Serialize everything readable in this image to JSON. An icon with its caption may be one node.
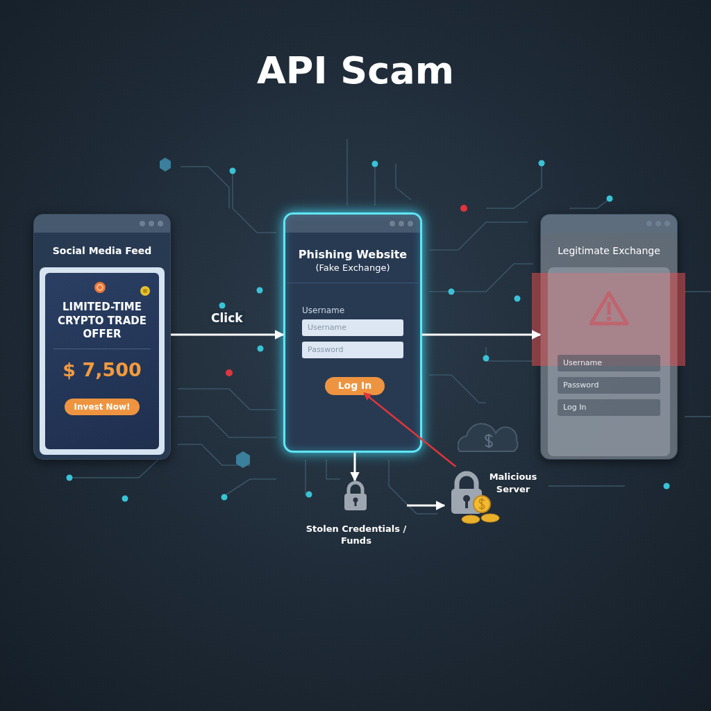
{
  "diagram": {
    "title": "API Scam",
    "nodes": [
      {
        "text": [
          "Social Media Feed"
        ]
      },
      {
        "text": [
          "LIMITED-TIME CRYPTO TRADE OFFER",
          "$ 7,500",
          "Invest Now!"
        ],
        "in": 0
      },
      {
        "text": [
          "Phishing Website",
          "(Fake Exchange)"
        ]
      },
      {
        "text": [
          "Log In"
        ],
        "in": 2
      },
      {
        "text": [
          "Legitimate Exchange"
        ]
      },
      {
        "text": [
          "Stolen Credentials / Funds"
        ]
      },
      {
        "text": [
          "Malicious Server"
        ]
      }
    ],
    "edges": [
      {
        "from": 0,
        "to": 2,
        "arrow": "to",
        "label": "Click"
      },
      {
        "from": 2,
        "to": 4,
        "arrow": "to"
      },
      {
        "from": 2,
        "to": 5,
        "arrow": "to"
      },
      {
        "from": 5,
        "to": 6,
        "arrow": "to"
      },
      {
        "from": 6,
        "to": 3,
        "arrow": "to",
        "color": "#e0353a"
      }
    ],
    "labels": [
      "Username",
      "Username",
      "Password",
      "Username",
      "Password",
      "Log In"
    ]
  }
}
